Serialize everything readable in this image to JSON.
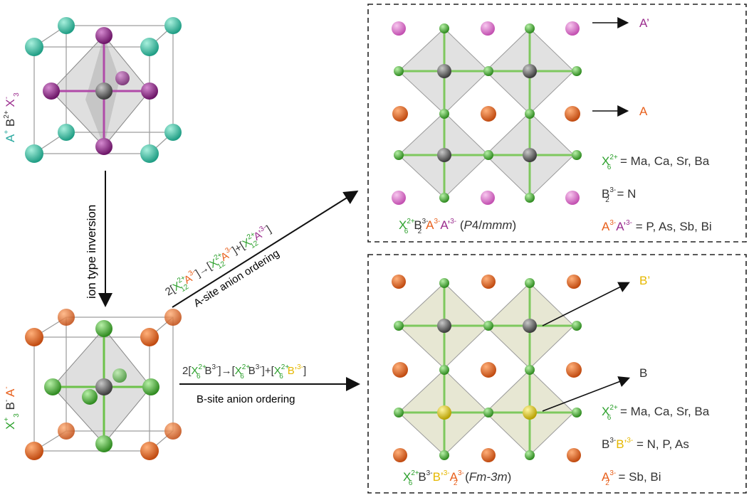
{
  "colors": {
    "x_green": "#2ca02c",
    "b_gray": "#333333",
    "a_orange": "#e8601c",
    "a_prime_purple": "#9b2d8e",
    "b_prime_yellow": "#e6b800",
    "a_cyan": "#2aa9a0"
  },
  "top_left": {
    "label_ion1": "A",
    "label_ion1_sup": "+",
    "label_ion2": "B",
    "label_ion2_sup": "2+",
    "label_ion3": "X",
    "label_ion3_sup": "-",
    "label_ion3_sub": "3"
  },
  "bottom_left": {
    "label_ion1": "X",
    "label_ion1_sup": "+",
    "label_ion1_sub": "3",
    "label_ion2": "B",
    "label_ion2_sup": "-",
    "label_ion3": "A",
    "label_ion3_sup": "-"
  },
  "arrows": {
    "down_label": "ion type inversion",
    "a_site_label": "A-site anion ordering",
    "b_site_label": "B-site anion ordering",
    "a_site_eq": {
      "p1": "2[",
      "x": "X",
      "x_sup": "2+",
      "x_sub": "12",
      "a": "A",
      "a_sup": "3-",
      "p2": "]→[",
      "p3": "]+[",
      "ap": "A’",
      "ap_sup": "3-",
      "p4": "]"
    },
    "b_site_eq": {
      "p1": "2[",
      "x": "X",
      "x_sup": "2+",
      "x_sub": "6",
      "b": "B",
      "b_sup": "3-",
      "p2": "]→[",
      "p3": "]+[",
      "bp": "B’",
      "bp_sup": "3-",
      "p4": "]"
    }
  },
  "top_panel": {
    "pointer_a_prime": "A’",
    "pointer_a": "A",
    "legend_x": "X",
    "legend_x_sup": "2+",
    "legend_x_sub": "6",
    "legend_x_val": " = Ma, Ca, Sr, Ba",
    "legend_b": "B",
    "legend_b_sup": "3-",
    "legend_b_sub": "2",
    "legend_b_val": " = N",
    "legend_a": "A",
    "legend_a_sup": "3-",
    "legend_ap": "A’",
    "legend_ap_sup": "3-",
    "legend_a_val": " = P, As, Sb, Bi",
    "formula": {
      "x": "X",
      "x_sup": "2+",
      "x_sub": "6",
      "b": "B",
      "b_sup": "3-",
      "b_sub": "2",
      "a": "A",
      "a_sup": "3-",
      "ap": "A’",
      "ap_sup": "3-",
      "sg_open": " (",
      "sg_italic1": "P",
      "sg_mid": "4/",
      "sg_italic2": "mmm",
      "sg_close": ")"
    }
  },
  "bottom_panel": {
    "pointer_b_prime": "B’",
    "pointer_b": "B",
    "legend_x": "X",
    "legend_x_sup": "2+",
    "legend_x_sub": "6",
    "legend_x_val": " = Ma, Ca, Sr, Ba",
    "legend_b": "B",
    "legend_b_sup": "3-",
    "legend_bp": "B’",
    "legend_bp_sup": "3-",
    "legend_b_val": " = N, P, As",
    "legend_a": "A",
    "legend_a_sup": "3-",
    "legend_a_sub": "2",
    "legend_a_val": " = Sb, Bi",
    "formula": {
      "x": "X",
      "x_sup": "2+",
      "x_sub": "6",
      "b": "B",
      "b_sup": "3-",
      "bp": "B’",
      "bp_sup": "3-",
      "a": "A",
      "a_sup": "3-",
      "a_sub": "2",
      "sg_open": " (",
      "sg_italic": "Fm-3m",
      "sg_close": ")"
    }
  }
}
